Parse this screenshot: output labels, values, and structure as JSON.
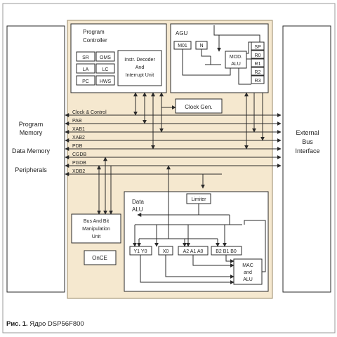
{
  "left_labels": {
    "program_memory": [
      "Program",
      "Memory"
    ],
    "data_memory": "Data Memory",
    "peripherals": "Peripherals"
  },
  "right_panel": [
    "External",
    "Bus",
    "Interface"
  ],
  "program_controller": {
    "title": [
      "Program",
      "Controller"
    ],
    "registers": [
      "SR",
      "OMS",
      "LA",
      "LC",
      "PC",
      "HWS"
    ],
    "decoder": [
      "Instr. Decoder",
      "And",
      "Interrupt Unit"
    ]
  },
  "agu": {
    "title": "AGU",
    "m01": "M01",
    "n": "N",
    "mod_alu": [
      "MOD.",
      "ALU"
    ],
    "registers": [
      "SP",
      "R0",
      "R1",
      "R2",
      "R3"
    ]
  },
  "clock_gen": "Clock Gen.",
  "buses": [
    "Clock & Control",
    "PAB",
    "XAB1",
    "XAB2",
    "PDB",
    "CGDB",
    "PGDB",
    "XDB2"
  ],
  "data_alu": {
    "title": [
      "Data",
      "ALU"
    ],
    "limiter": "Limiter",
    "regs": [
      "Y1 Y0",
      "X0",
      "A2 A1 A0",
      "B2 B1 B0"
    ],
    "mac": [
      "MAC",
      "and",
      "ALU"
    ]
  },
  "bus_bit": [
    "Bus And Bit",
    "Manipulation",
    "Unit"
  ],
  "once": "OnCE",
  "caption": {
    "prefix": "Рис. 1.",
    "text": " Ядро DSP56F800"
  }
}
